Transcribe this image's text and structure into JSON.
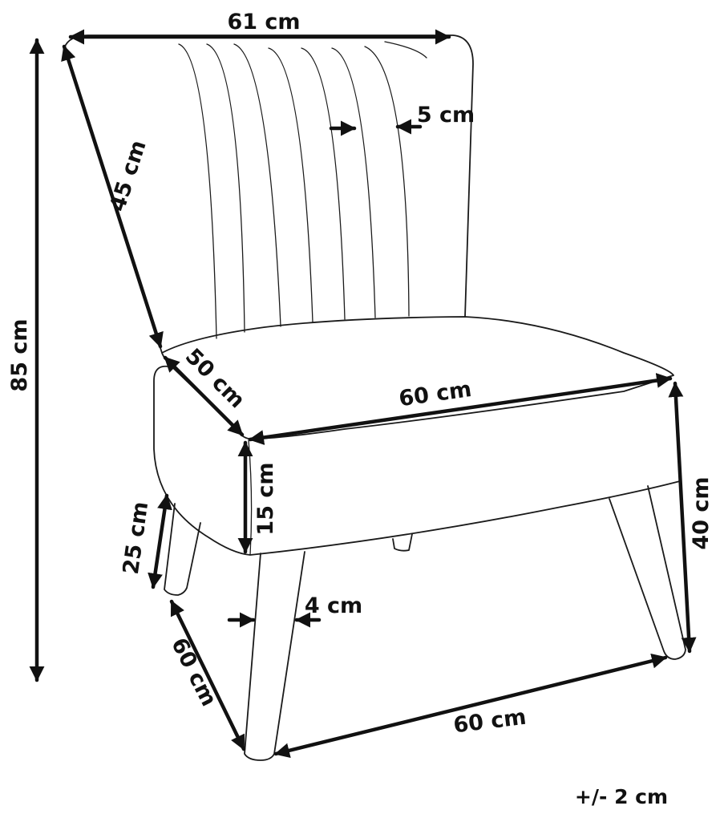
{
  "dimensions": {
    "back_width": "61 cm",
    "backrest_height": "45 cm",
    "rib_spacing": "5 cm",
    "total_height": "85 cm",
    "seat_depth": "50 cm",
    "seat_width": "60 cm",
    "seat_thickness": "15 cm",
    "seat_height": "40 cm",
    "leg_height": "25 cm",
    "leg_width": "4 cm",
    "base_depth": "60 cm",
    "base_width": "60 cm"
  },
  "tolerance": "+/- 2 cm"
}
